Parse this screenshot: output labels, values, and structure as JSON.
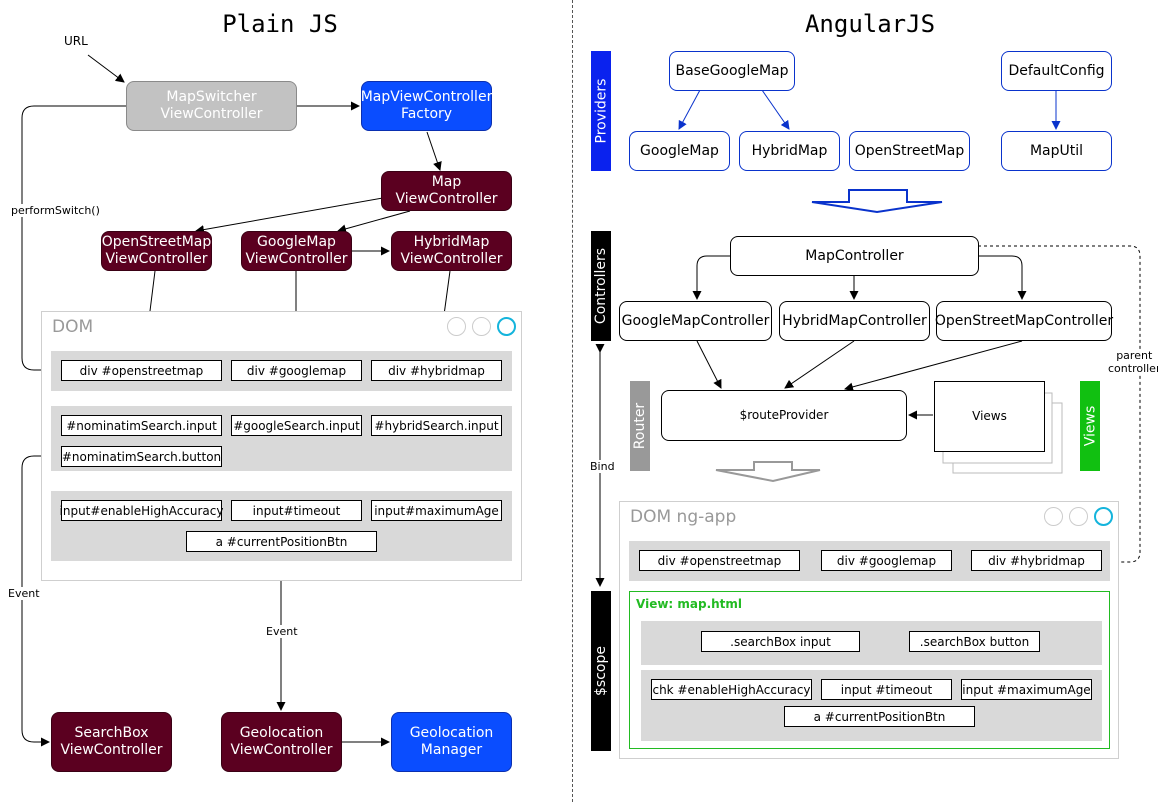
{
  "left": {
    "title": "Plain JS",
    "url_label": "URL",
    "perform_switch_label": "performSwitch()",
    "event_label_left": "Event",
    "event_label_center": "Event",
    "nodes": {
      "map_switcher": "MapSwitcher\nViewController",
      "factory": "MapViewController\nFactory",
      "map_vc": "Map\nViewController",
      "osm_vc": "OpenStreetMap\nViewController",
      "google_vc": "GoogleMap\nViewController",
      "hybrid_vc": "HybridMap\nViewController",
      "searchbox_vc": "SearchBox\nViewController",
      "geolocation_vc": "Geolocation\nViewController",
      "geolocation_manager": "Geolocation\nManager"
    },
    "dom": {
      "title": "DOM",
      "row1": [
        "div #openstreetmap",
        "div #googlemap",
        "div #hybridmap"
      ],
      "row2": [
        "#nominatimSearch.input",
        "#googleSearch.input",
        "#hybridSearch.input"
      ],
      "row2b": "#nominatimSearch.button",
      "row3": [
        "input#enableHighAccuracy",
        "input#timeout",
        "input#maximumAge"
      ],
      "row3b": "a #currentPositionBtn"
    }
  },
  "right": {
    "title": "AngularJS",
    "side_labels": {
      "providers": "Providers",
      "controllers": "Controllers",
      "router": "Router",
      "views": "Views",
      "scope": "$scope"
    },
    "bind_label": "Bind",
    "parent_controller_label": "parent\ncontroller",
    "providers": {
      "base": "BaseGoogleMap",
      "default_config": "DefaultConfig",
      "google": "GoogleMap",
      "hybrid": "HybridMap",
      "osm": "OpenStreetMap",
      "maputil": "MapUtil"
    },
    "controllers": {
      "map": "MapController",
      "google": "GoogleMapController",
      "hybrid": "HybridMapController",
      "osm": "OpenStreetMapController"
    },
    "route_provider": "$routeProvider",
    "views_box": "Views",
    "dom": {
      "title": "DOM ng-app",
      "row1": [
        "div #openstreetmap",
        "div #googlemap",
        "div #hybridmap"
      ],
      "view_title": "View: map.html",
      "row2": [
        ".searchBox input",
        ".searchBox button"
      ],
      "row3": [
        "chk #enableHighAccuracy",
        "input #timeout",
        "input #maximumAge"
      ],
      "row3b": "a #currentPositionBtn"
    }
  },
  "colors": {
    "maroon": "#5b0020",
    "blue": "#0a4dff",
    "gray": "#c2c2c2",
    "green": "#22bb22"
  }
}
